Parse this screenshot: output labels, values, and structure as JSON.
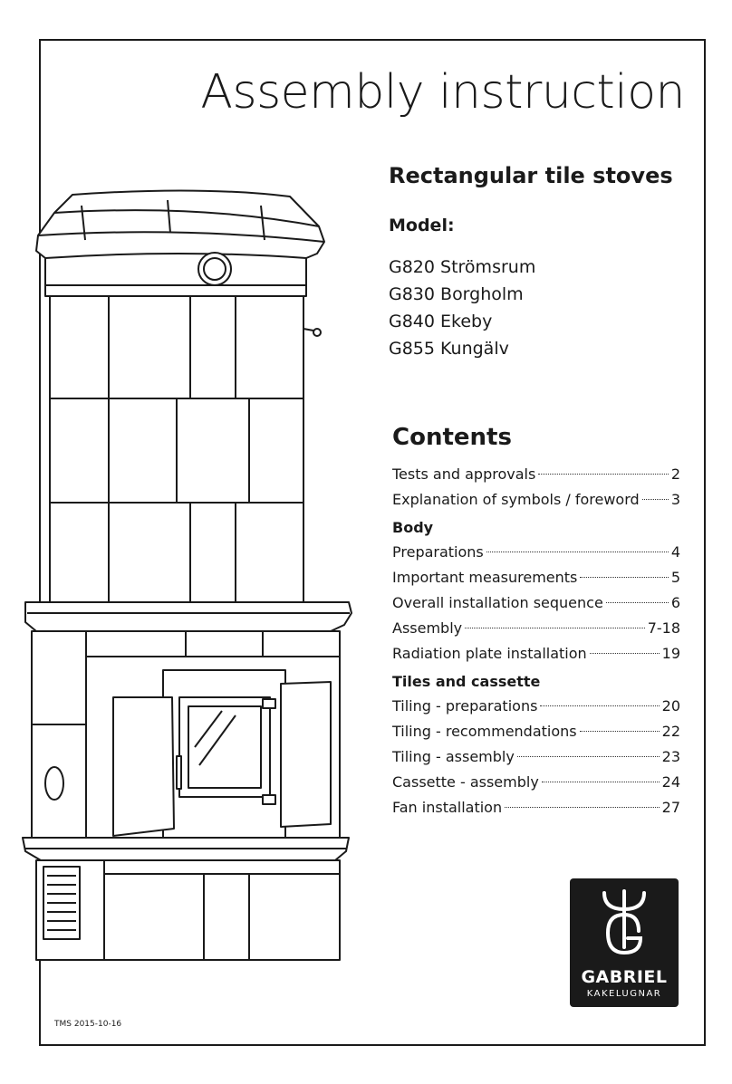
{
  "title": "Assembly instruction",
  "subtitle": "Rectangular tile stoves",
  "model_heading": "Model:",
  "models": [
    "G820 Strömsrum",
    "G830 Borgholm",
    "G840 Ekeby",
    "G855 Kungälv"
  ],
  "contents_heading": "Contents",
  "toc_general": [
    {
      "label": "Tests and approvals",
      "page": "2"
    },
    {
      "label": "Explanation of symbols / foreword",
      "page": "3"
    }
  ],
  "section_body": "Body",
  "toc_body": [
    {
      "label": "Preparations",
      "page": "4"
    },
    {
      "label": "Important measurements",
      "page": "5"
    },
    {
      "label": "Overall installation sequence",
      "page": "6"
    },
    {
      "label": "Assembly",
      "page": "7-18"
    },
    {
      "label": "Radiation plate installation",
      "page": "19"
    }
  ],
  "section_tiles": "Tiles and cassette",
  "toc_tiles": [
    {
      "label": "Tiling - preparations",
      "page": "20"
    },
    {
      "label": "Tiling - recommendations",
      "page": "22"
    },
    {
      "label": "Tiling - assembly",
      "page": "23"
    },
    {
      "label": "Cassette - assembly",
      "page": "24"
    },
    {
      "label": "Fan installation",
      "page": "27"
    }
  ],
  "logo": {
    "brand": "GABRIEL",
    "tagline": "KAKELUGNAR"
  },
  "footer_code": "TMS 2015-10-16",
  "colors": {
    "ink": "#1a1a1a",
    "paper": "#ffffff"
  }
}
